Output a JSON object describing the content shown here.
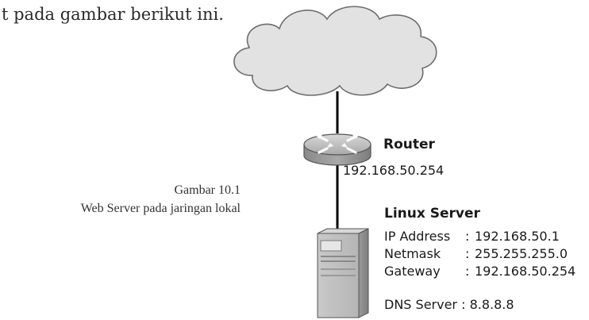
{
  "intro_text": "t pada gambar berikut ini.",
  "caption": {
    "line1": "Gambar 10.1",
    "line2": "Web Server pada jaringan lokal"
  },
  "router": {
    "label": "Router",
    "ip": "192.168.50.254"
  },
  "server": {
    "label": "Linux Server",
    "details": [
      {
        "key": "IP Address",
        "sep": ":",
        "value": "192.168.50.1"
      },
      {
        "key": "Netmask",
        "sep": ":",
        "value": "255.255.255.0"
      },
      {
        "key": "Gateway",
        "sep": ":",
        "value": "192.168.50.254"
      }
    ],
    "dns": "DNS Server : 8.8.8.8"
  },
  "icons": [
    "cloud-icon",
    "router-icon",
    "server-icon"
  ]
}
